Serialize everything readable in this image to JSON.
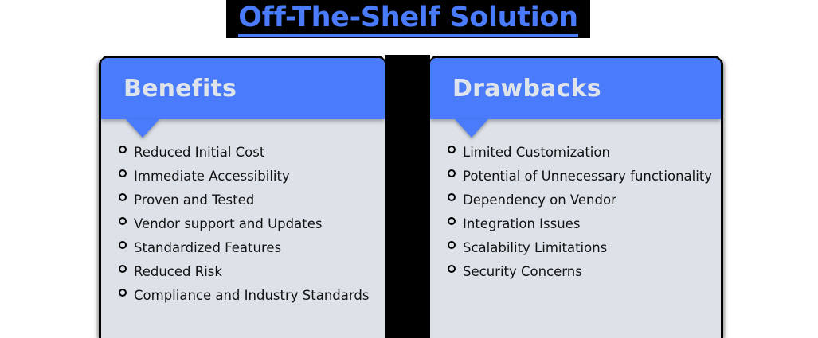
{
  "title": {
    "text": "Off-The-Shelf Solution",
    "color": "#4a7bfb",
    "background": "#000000"
  },
  "theme": {
    "accent": "#4a7bfb",
    "card_background": "#dde2e9",
    "header_text": "#dfe3ea",
    "body_text": "#121212",
    "page_background": "#ffffff"
  },
  "cards": [
    {
      "header": "Benefits",
      "items": [
        "Reduced Initial Cost",
        "Immediate Accessibility",
        "Proven and Tested",
        "Vendor support and Updates",
        "Standardized Features",
        "Reduced Risk",
        "Compliance and Industry Standards"
      ]
    },
    {
      "header": "Drawbacks",
      "items": [
        "Limited Customization",
        "Potential of Unnecessary functionality",
        "Dependency on Vendor",
        "Integration Issues",
        "Scalability Limitations",
        "Security Concerns"
      ]
    }
  ]
}
